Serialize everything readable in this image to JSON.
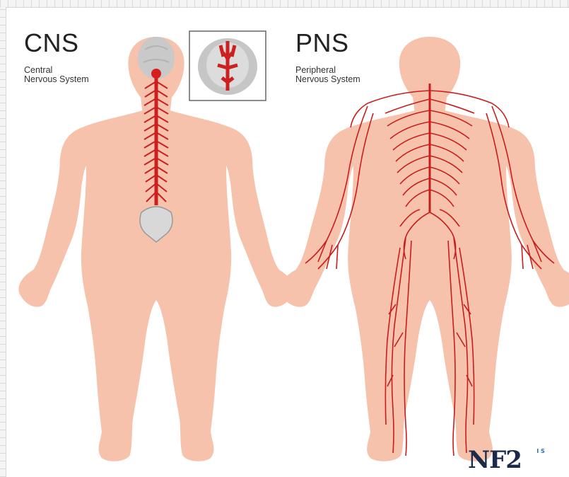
{
  "cns": {
    "heading": "CNS",
    "subtitle_line1": "Central",
    "subtitle_line2": "Nervous System"
  },
  "pns": {
    "heading": "PNS",
    "subtitle_line1": "Peripheral",
    "subtitle_line2": "Nervous System"
  },
  "logo": {
    "text": "NF2",
    "superscript": "I S"
  },
  "colors": {
    "skin": "#f6c2ab",
    "nerve": "#cc1f1f",
    "brain": "#c9c9c9",
    "text": "#222222"
  }
}
